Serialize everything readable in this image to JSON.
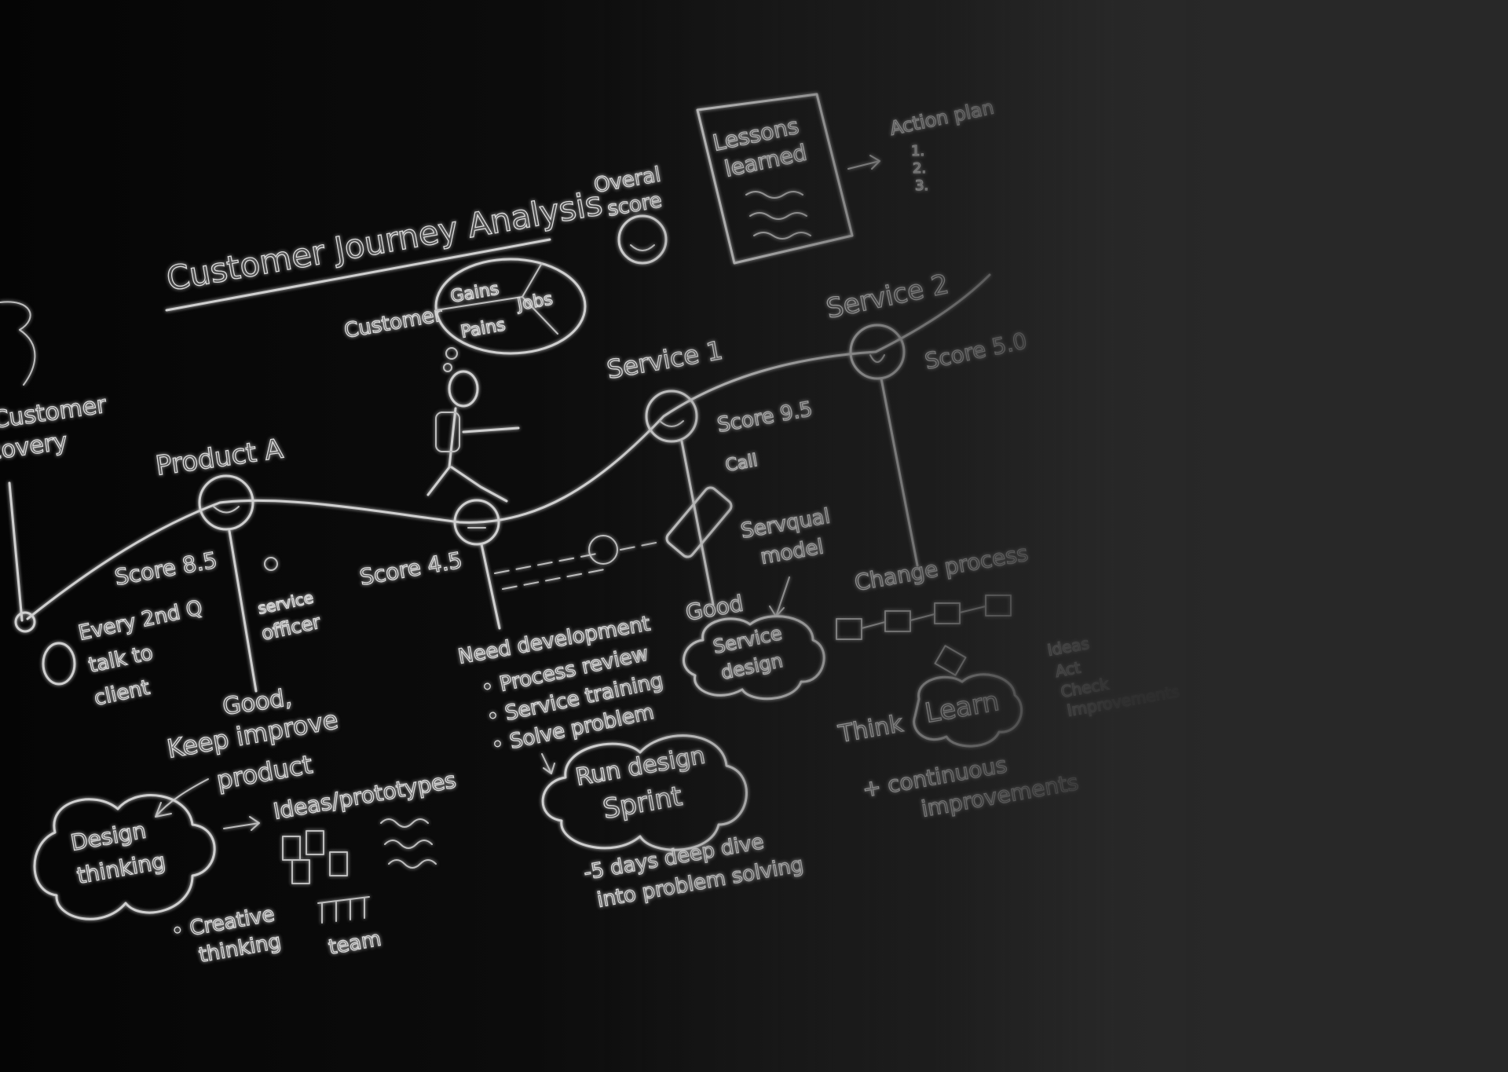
{
  "board": {
    "title": "Customer Journey Analysis",
    "left_edge_labels": [
      "Customer",
      "Discovery"
    ],
    "product": {
      "label": "Product A",
      "score": "Score 8.5",
      "notes": [
        "Every 2nd Q",
        "talk to",
        "client"
      ],
      "officer": [
        "service",
        "officer"
      ],
      "good": "Good,",
      "keep_improve": [
        "Keep improve",
        "product"
      ]
    },
    "customer_label": "Customer",
    "canvas_segments": [
      "Gains",
      "Jobs",
      "Pains"
    ],
    "mid_score": "Score 4.5",
    "need_development": {
      "title": "Need development",
      "items": [
        "• Process review",
        "• Service training",
        "• Solve problem"
      ]
    },
    "design_sprint": [
      "Run design",
      "Sprint"
    ],
    "deep_dive": [
      "-5 days deep dive",
      "into problem solving"
    ],
    "design_thinking": [
      "Design",
      "thinking"
    ],
    "ideas": "Ideas/prototypes",
    "creative": [
      "• Creative",
      "thinking"
    ],
    "team": "team",
    "overall_score": [
      "Overal",
      "score"
    ],
    "lessons": [
      "Lessons",
      "learned"
    ],
    "action_plan": [
      "Action plan",
      "1.",
      "2.",
      "3."
    ],
    "service1": {
      "label": "Service 1",
      "score": "Score 9.5",
      "call": "Call",
      "good": "Good",
      "servqual": [
        "Servqual",
        "model"
      ],
      "service_design": [
        "Service",
        "design"
      ]
    },
    "service2": {
      "label": "Service 2",
      "score": "Score 5.0",
      "change_process": "Change process"
    },
    "think_learn": [
      "Think",
      "Learn"
    ],
    "continuous": [
      "+ continuous",
      "improvements"
    ],
    "far_right_notes": [
      "Ideas",
      "Act",
      "Check",
      "Improvements"
    ]
  },
  "colors": {
    "chalk": "#d4d4d4",
    "background_dark": "#050505",
    "background_light": "#282828"
  }
}
